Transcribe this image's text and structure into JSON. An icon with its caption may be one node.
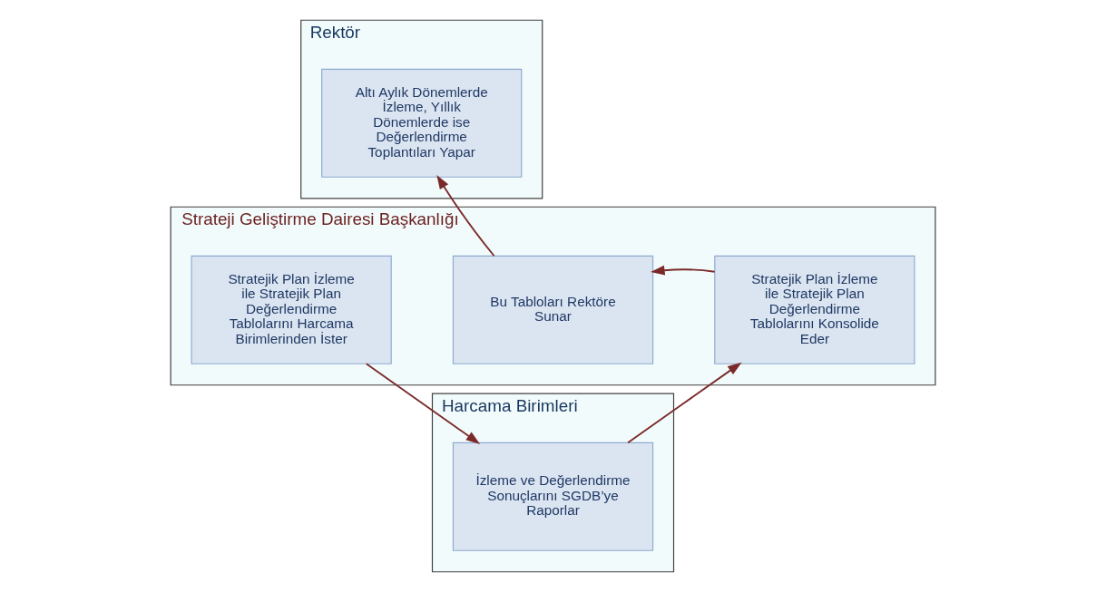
{
  "diagram": {
    "nodes": [
      {
        "text": [
          "Rektör"
        ]
      },
      {
        "text": [
          "Altı Aylık Dönemlerde İzleme, Yıllık Dönemlerde ise Değerlendirme Toplantıları Yapar"
        ],
        "in": 0
      },
      {
        "text": [
          "Strateji Geliştirme Dairesi Başkanlığı"
        ]
      },
      {
        "text": [
          "Stratejik Plan İzleme ile Stratejik Plan Değerlendirme Tablolarını Harcama Birimlerinden İster"
        ],
        "in": 2
      },
      {
        "text": [
          "Bu Tabloları Rektöre Sunar"
        ],
        "in": 2
      },
      {
        "text": [
          "Stratejik Plan İzleme ile Stratejik Plan Değerlendirme Tablolarını Konsolide Eder"
        ],
        "in": 2
      },
      {
        "text": [
          "Harcama Birimleri"
        ]
      },
      {
        "text": [
          "İzleme ve Değerlendirme Sonuçlarını SGDB’ye Raporlar"
        ],
        "in": 6
      }
    ],
    "edges": [
      {
        "from": 3,
        "to": 7,
        "arrow": "to"
      },
      {
        "from": 7,
        "to": 5,
        "arrow": "to"
      },
      {
        "from": 5,
        "to": 4,
        "arrow": "to"
      },
      {
        "from": 4,
        "to": 1,
        "arrow": "to"
      }
    ]
  }
}
